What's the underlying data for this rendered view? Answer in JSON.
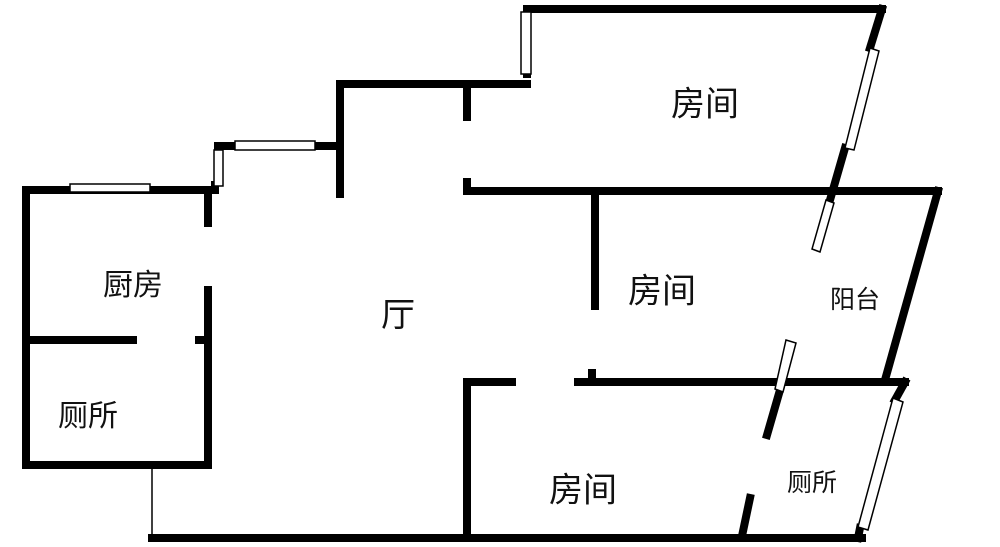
{
  "title": "Floor plan",
  "colors": {
    "wall": "#000000",
    "window": "#ffffff",
    "background": "#ffffff"
  },
  "rooms": [
    {
      "id": "bedroom-top",
      "label": "房间"
    },
    {
      "id": "bedroom-middle",
      "label": "房间"
    },
    {
      "id": "balcony",
      "label": "阳台"
    },
    {
      "id": "living-room",
      "label": "厅"
    },
    {
      "id": "kitchen",
      "label": "厨房"
    },
    {
      "id": "toilet-left",
      "label": "厕所"
    },
    {
      "id": "bedroom-bottom",
      "label": "房间"
    },
    {
      "id": "toilet-right",
      "label": "厕所"
    }
  ]
}
